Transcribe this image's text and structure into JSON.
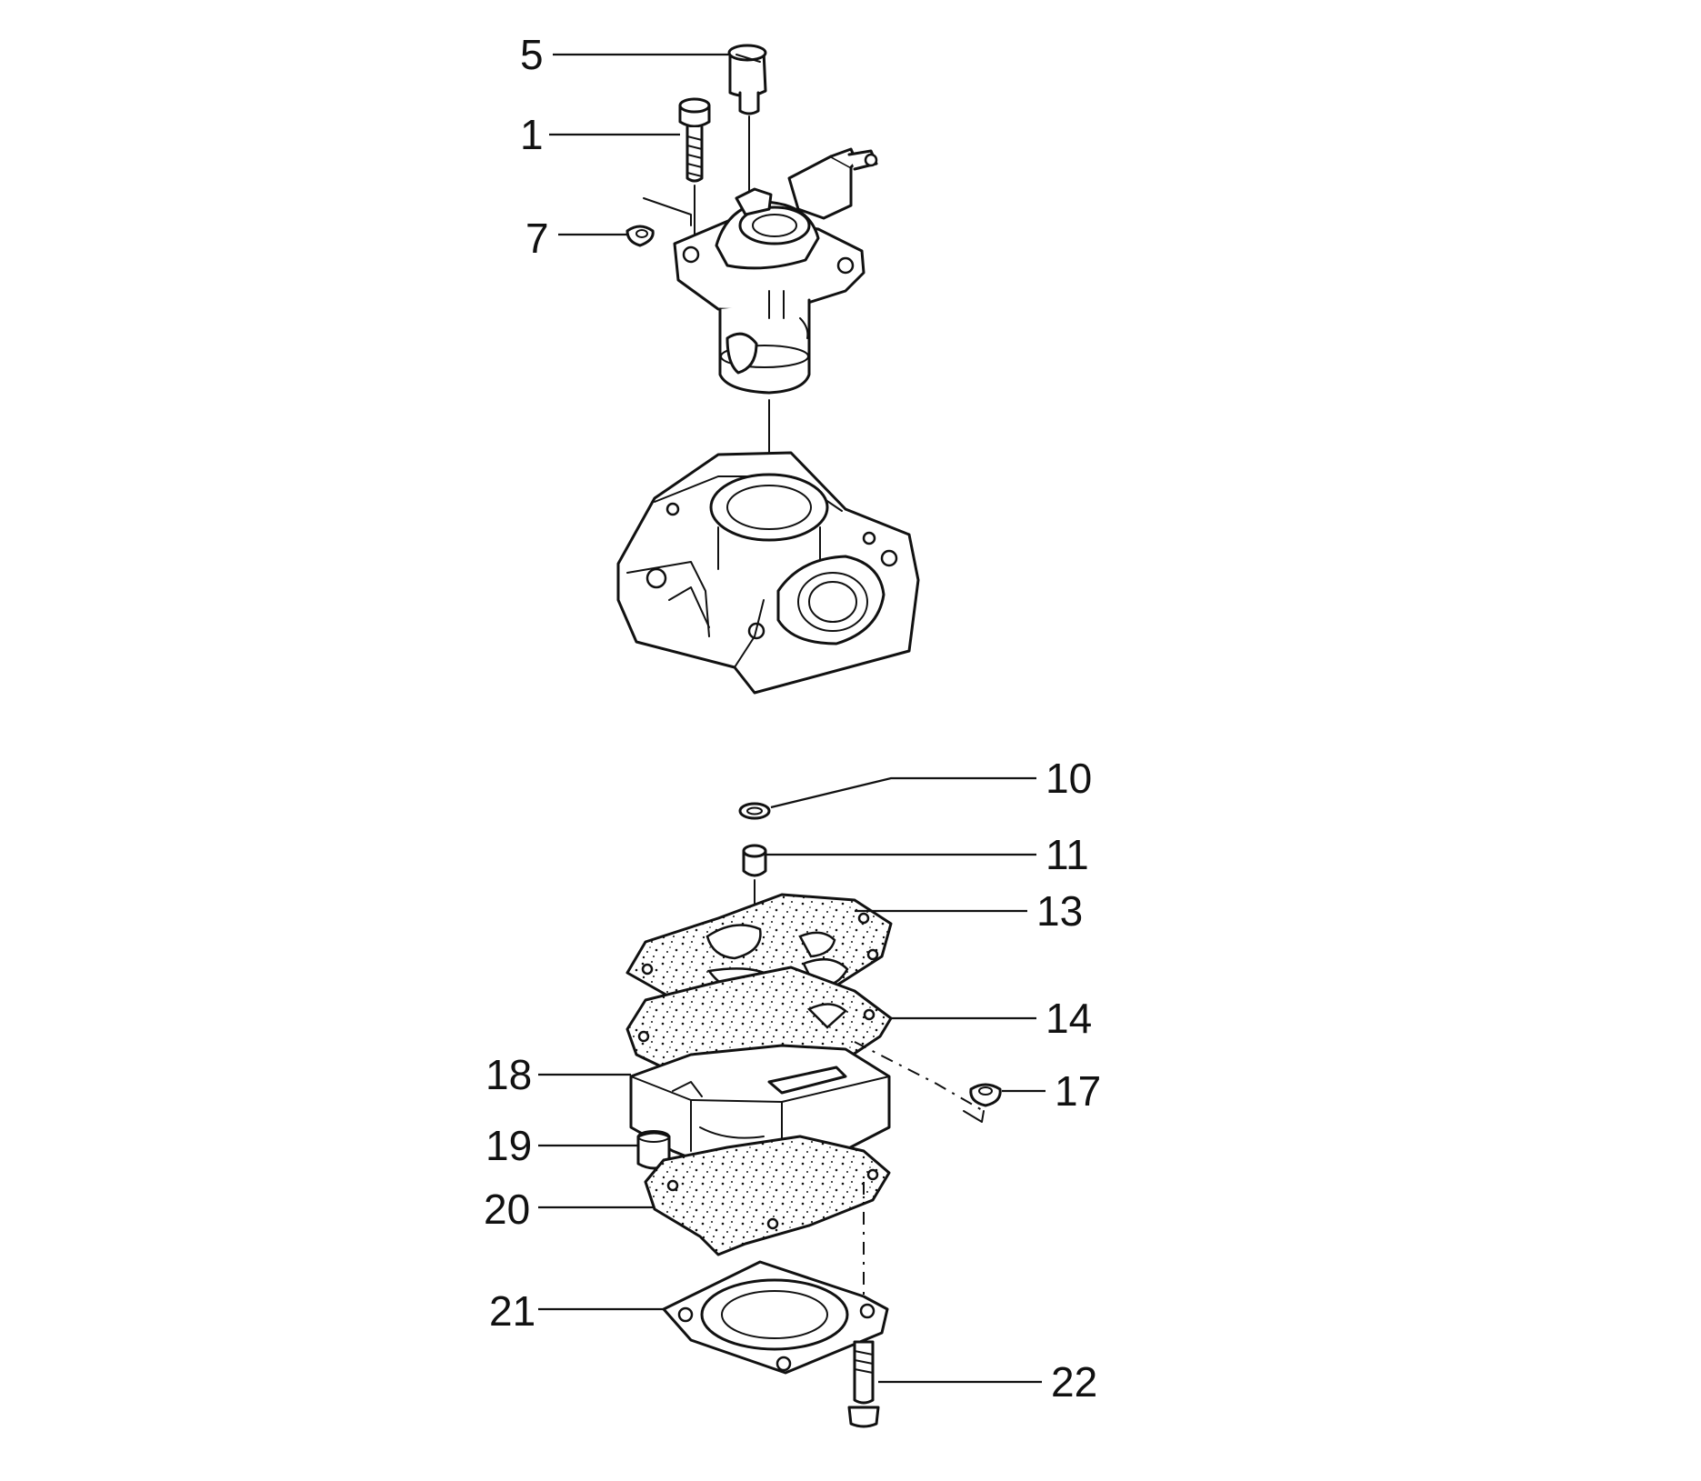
{
  "callouts": [
    {
      "id": "1",
      "label": "1"
    },
    {
      "id": "5",
      "label": "5"
    },
    {
      "id": "7",
      "label": "7"
    },
    {
      "id": "10",
      "label": "10"
    },
    {
      "id": "11",
      "label": "11"
    },
    {
      "id": "13",
      "label": "13"
    },
    {
      "id": "14",
      "label": "14"
    },
    {
      "id": "17",
      "label": "17"
    },
    {
      "id": "18",
      "label": "18"
    },
    {
      "id": "19",
      "label": "19"
    },
    {
      "id": "20",
      "label": "20"
    },
    {
      "id": "21",
      "label": "21"
    },
    {
      "id": "22",
      "label": "22"
    }
  ],
  "colors": {
    "ink": "#111111",
    "background": "#ffffff"
  }
}
